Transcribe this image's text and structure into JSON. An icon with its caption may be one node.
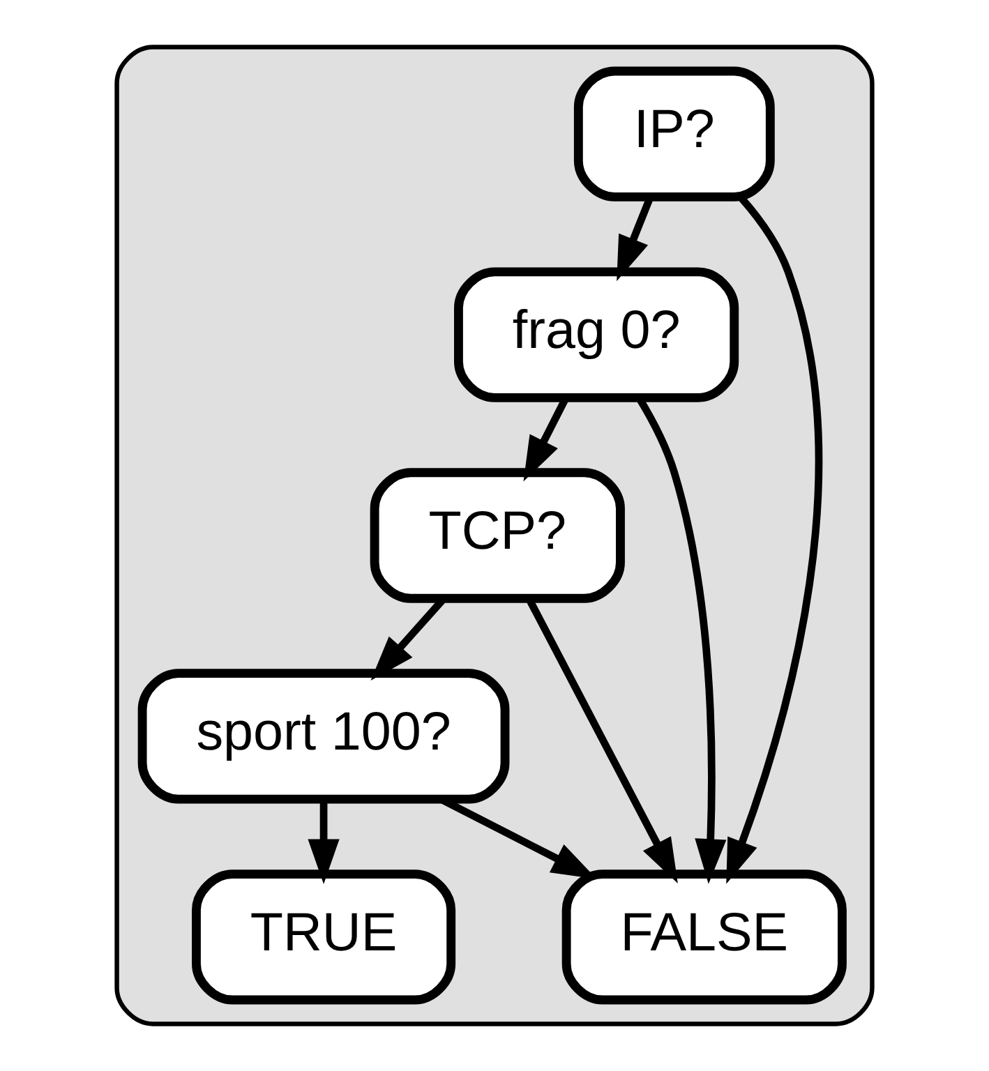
{
  "diagram": {
    "nodes": [
      {
        "text": [],
        "shape": "box"
      },
      {
        "text": [
          "IP?"
        ],
        "in": 0
      },
      {
        "text": [
          "frag 0?"
        ],
        "in": 0
      },
      {
        "text": [
          "TCP?"
        ],
        "in": 0
      },
      {
        "text": [
          "sport 100?"
        ],
        "in": 0
      },
      {
        "text": [
          "FALSE"
        ],
        "in": 0
      },
      {
        "text": [
          "TRUE"
        ],
        "in": 0
      }
    ],
    "edges": [
      {
        "from": 1,
        "to": 2,
        "arrow": "to"
      },
      {
        "from": 1,
        "to": 5,
        "arrow": "to"
      },
      {
        "from": 2,
        "to": 3,
        "arrow": "to"
      },
      {
        "from": 2,
        "to": 5,
        "arrow": "to"
      },
      {
        "from": 3,
        "to": 4,
        "arrow": "to"
      },
      {
        "from": 3,
        "to": 5,
        "arrow": "to"
      },
      {
        "from": 4,
        "to": 5,
        "arrow": "to"
      },
      {
        "from": 4,
        "to": 6,
        "arrow": "to"
      }
    ]
  }
}
